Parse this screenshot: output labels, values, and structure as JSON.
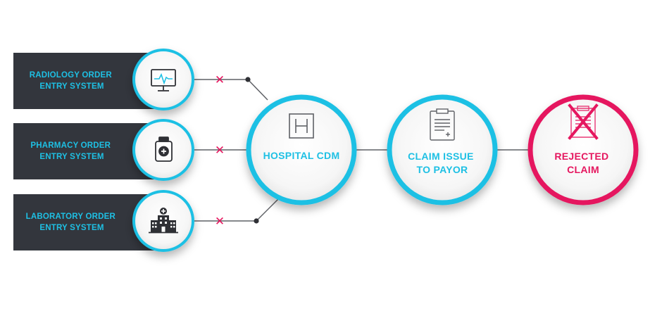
{
  "colors": {
    "accent_cyan": "#1ec0e4",
    "reject_pink": "#e5175f",
    "panel_dark": "#33363d",
    "line_gray": "#5f6166",
    "dot_dark": "#2f3035"
  },
  "order_systems": [
    {
      "line1": "RADIOLOGY ORDER",
      "line2": "ENTRY SYSTEM",
      "icon": "monitor-heartbeat-icon"
    },
    {
      "line1": "PHARMACY ORDER",
      "line2": "ENTRY SYSTEM",
      "icon": "medicine-bottle-icon"
    },
    {
      "line1": "LABORATORY ORDER",
      "line2": "ENTRY SYSTEM",
      "icon": "hospital-building-icon"
    }
  ],
  "connector_marker": "✕",
  "flow_nodes": [
    {
      "line1": "HOSPITAL CDM",
      "line2": "",
      "icon": "hospital-h-icon"
    },
    {
      "line1": "CLAIM ISSUE",
      "line2": "TO PAYOR",
      "icon": "clipboard-icon"
    },
    {
      "line1": "REJECTED",
      "line2": "CLAIM",
      "icon": "rejected-clipboard-icon"
    }
  ]
}
